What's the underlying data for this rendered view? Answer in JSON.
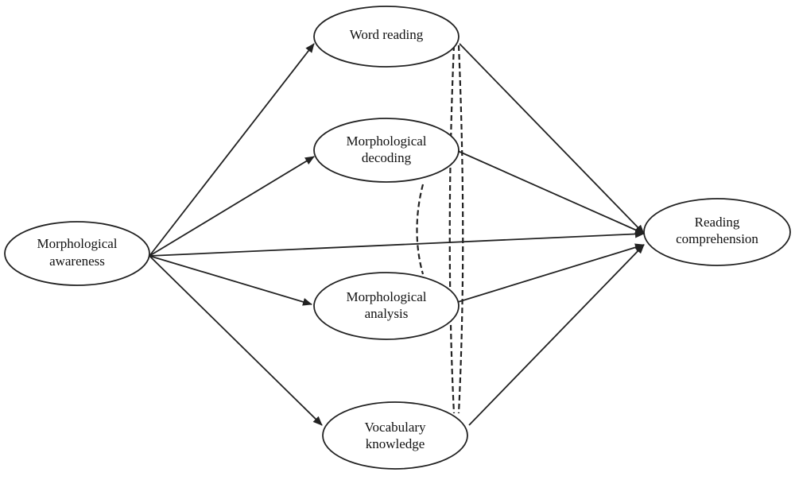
{
  "nodes": {
    "morphological_awareness": {
      "line1": "Morphological",
      "line2": "awareness"
    },
    "word_reading": {
      "line1": "Word reading"
    },
    "morphological_decoding": {
      "line1": "Morphological",
      "line2": "decoding"
    },
    "morphological_analysis": {
      "line1": "Morphological",
      "line2": "analysis"
    },
    "vocabulary_knowledge": {
      "line1": "Vocabulary",
      "line2": "knowledge"
    },
    "reading_comprehension": {
      "line1": "Reading",
      "line2": "comprehension"
    }
  },
  "edges": [
    {
      "from": "morphological_awareness",
      "to": "word_reading",
      "style": "solid-arrow"
    },
    {
      "from": "morphological_awareness",
      "to": "morphological_decoding",
      "style": "solid-arrow"
    },
    {
      "from": "morphological_awareness",
      "to": "reading_comprehension",
      "style": "solid-arrow"
    },
    {
      "from": "morphological_awareness",
      "to": "morphological_analysis",
      "style": "solid-arrow"
    },
    {
      "from": "morphological_awareness",
      "to": "vocabulary_knowledge",
      "style": "solid-arrow"
    },
    {
      "from": "word_reading",
      "to": "reading_comprehension",
      "style": "solid-arrow"
    },
    {
      "from": "morphological_decoding",
      "to": "reading_comprehension",
      "style": "solid-arrow"
    },
    {
      "from": "morphological_analysis",
      "to": "reading_comprehension",
      "style": "solid-arrow"
    },
    {
      "from": "vocabulary_knowledge",
      "to": "reading_comprehension",
      "style": "solid-arrow"
    },
    {
      "from": "morphological_decoding",
      "to": "morphological_analysis",
      "style": "dashed-correlation"
    },
    {
      "from": "word_reading",
      "to": "vocabulary_knowledge",
      "style": "dashed-correlation"
    }
  ]
}
